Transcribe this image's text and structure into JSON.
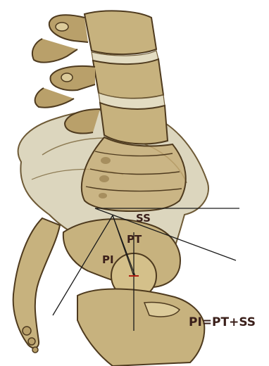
{
  "labels": {
    "ss": "SS",
    "pt": "PT",
    "pi": "PI"
  },
  "formula": "PI=PT+SS",
  "colors": {
    "bone_fill": "#c7b27e",
    "bone_light": "#dccb9a",
    "bone_dark": "#8e7444",
    "outline": "#4e3a1e",
    "sacrum_fill": "#d6cfb3",
    "measure_line": "#1a1a1a",
    "text": "#3a1f1a",
    "accent_red": "#b01d12"
  }
}
